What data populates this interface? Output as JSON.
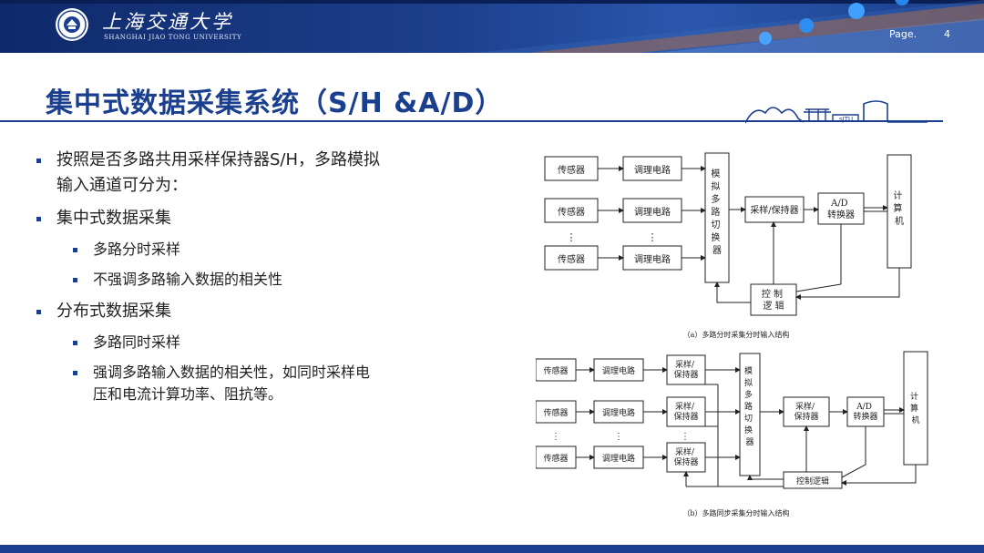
{
  "header": {
    "university_cn": "上海交通大学",
    "university_en": "SHANGHAI JIAO TONG UNIVERSITY",
    "page_label": "Page.",
    "page_number": "4",
    "accent_color": "#1b3f8f"
  },
  "slide": {
    "title": "集中式数据采集系统（S/H &A/D）",
    "bullets": [
      {
        "level": 1,
        "text_line1": "按照是否多路共用采样保持器S/H，多路模拟",
        "text_line2": "输入通道可分为："
      },
      {
        "level": 1,
        "text": "集中式数据采集"
      },
      {
        "level": 2,
        "text": "多路分时采样"
      },
      {
        "level": 2,
        "text": "不强调多路输入数据的相关性"
      },
      {
        "level": 1,
        "text": "分布式数据采集"
      },
      {
        "level": 2,
        "text": "多路同时采样"
      },
      {
        "level": 2,
        "text_line1": "强调多路输入数据的相关性，如同时采样电",
        "text_line2": "压和电流计算功率、阻抗等。"
      }
    ]
  },
  "figure_a": {
    "sensor": "传感器",
    "conditioner": "调理电路",
    "mux": [
      "模",
      "拟",
      "多",
      "路",
      "切",
      "换",
      "器"
    ],
    "sample_hold": "采样/保持器",
    "adc_line1": "A/D",
    "adc_line2": "转换器",
    "computer": [
      "计",
      "算",
      "机"
    ],
    "control_line1": "控 制",
    "control_line2": "逻 辑",
    "ellipsis": "⋮",
    "caption": "（a）多路分时采集分时输入结构"
  },
  "figure_b": {
    "sensor": "传感器",
    "conditioner": "调理电路",
    "sh_line1": "采样/",
    "sh_line2": "保持器",
    "mux": [
      "模",
      "拟",
      "多",
      "路",
      "切",
      "换",
      "器"
    ],
    "adc_line1": "A/D",
    "adc_line2": "转换器",
    "computer": [
      "计",
      "算",
      "机"
    ],
    "control": "控制逻辑",
    "ellipsis": "⋮",
    "caption": "（b）多路同步采集分时输入结构"
  }
}
